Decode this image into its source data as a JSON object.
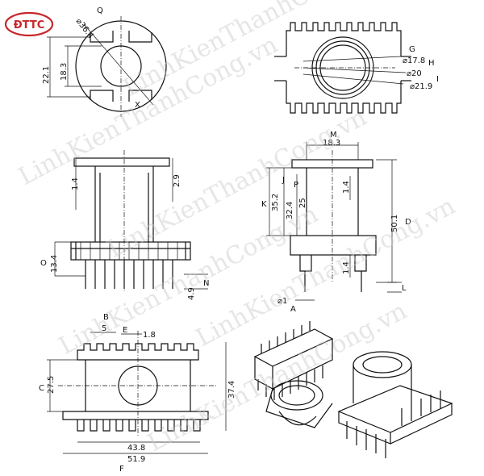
{
  "logo": {
    "text": "ĐTTC",
    "color": "#c8262a"
  },
  "watermark": {
    "text": "LinhKienThanhCong.vn"
  },
  "colors": {
    "line": "#111111",
    "watermark": "#c8c8c8",
    "background": "#ffffff"
  },
  "top_left_view": {
    "labels": {
      "q": "Q",
      "x": "X"
    },
    "dims": {
      "d1": "⌀36.4",
      "d2": "22.1",
      "d3": "18.3"
    }
  },
  "top_right_view": {
    "labels": {
      "g": "G",
      "h": "H",
      "i": "I"
    },
    "dims": {
      "d1": "⌀17.8",
      "d2": "⌀20",
      "d3": "⌀21.9"
    }
  },
  "front_view": {
    "labels": {
      "o": "O",
      "n": "N"
    },
    "dims": {
      "d1": "1.4",
      "d2": "2.9",
      "d3": "13.4",
      "d4": "4.9"
    }
  },
  "side_view": {
    "labels": {
      "m": "M",
      "j": "J",
      "p": "P",
      "k": "K",
      "d": "D",
      "a": "A",
      "l": "L"
    },
    "dims": {
      "d1": "18.3",
      "d2": "35.2",
      "d3": "32.4",
      "d4": "25",
      "d5": "1.4",
      "d6": "50.1",
      "d7": "1.4",
      "d8": "⌀1"
    }
  },
  "bottom_view": {
    "labels": {
      "b": "B",
      "c": "C",
      "e": "E",
      "f": "F"
    },
    "dims": {
      "d1": "5",
      "d2": "1.8",
      "d3": "27.5",
      "d4": "37.4",
      "d5": "43.8",
      "d6": "51.9"
    }
  }
}
